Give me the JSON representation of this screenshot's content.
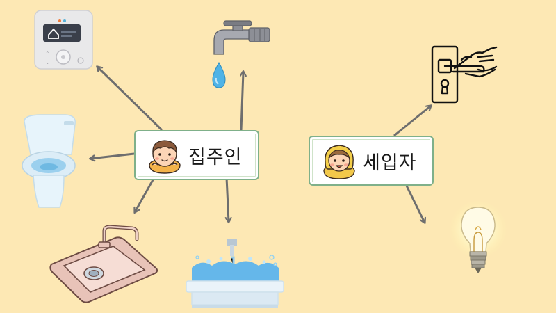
{
  "nodes": {
    "owner": {
      "label": "집주인"
    },
    "tenant": {
      "label": "세입자"
    }
  },
  "owner_items": [
    "thermostat",
    "faucet",
    "toilet",
    "kitchen-sink",
    "bathtub"
  ],
  "tenant_items": [
    "door-lock",
    "light-bulb"
  ],
  "colors": {
    "background": "#fde8b4",
    "arrow": "#6e6e6e",
    "box_border": "#7fb08a"
  }
}
